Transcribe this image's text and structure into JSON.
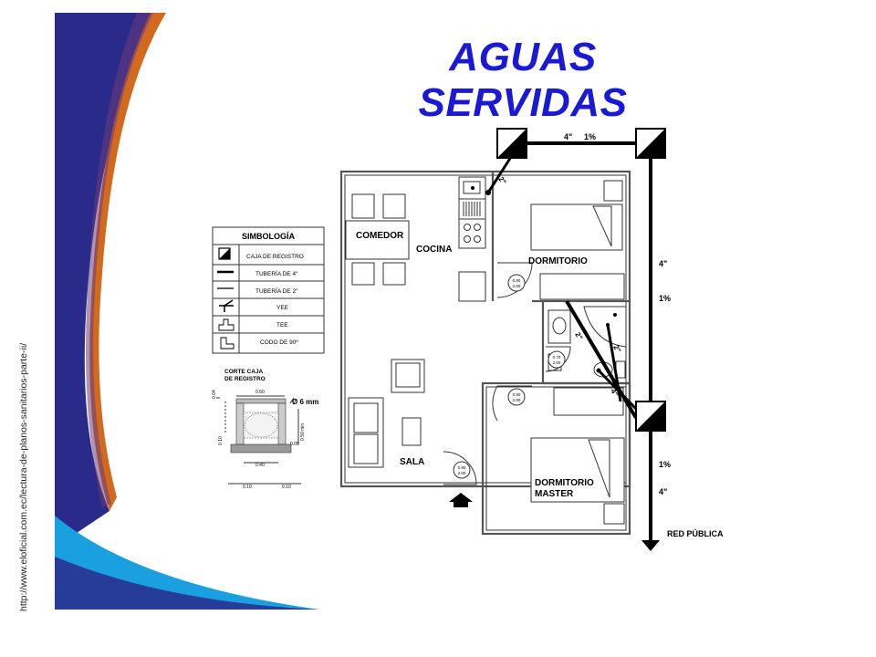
{
  "title": "AGUAS SERVIDAS",
  "source_url": "http://www.eloficial.com.ec/lectura-de-planos-sanitarios-parte-ii/",
  "colors": {
    "title": "#1a1ad6",
    "band_blue": "#2a2a8a",
    "band_orange": "#d26a1e",
    "band_light_blue": "#1aa0e0"
  },
  "legend": {
    "title": "SIMBOLOGÍA",
    "items": [
      {
        "symbol": "caja-registro-icon",
        "label": "CAJA DE REGISTRO"
      },
      {
        "symbol": "pipe-4-icon",
        "label": "TUBERÍA DE 4\""
      },
      {
        "symbol": "pipe-2-icon",
        "label": "TUBERÍA DE 2\""
      },
      {
        "symbol": "yee-icon",
        "label": "YEE"
      },
      {
        "symbol": "tee-icon",
        "label": "TEE"
      },
      {
        "symbol": "elbow-90-icon",
        "label": "CODO DE 90º"
      }
    ]
  },
  "section": {
    "title_line1": "CORTE CAJA",
    "title_line2": "DE REGISTRO",
    "rod_label": "Ø 6 mm",
    "dims": {
      "top": "0.60",
      "left_top": "0.04",
      "left_mid": "0.10",
      "right": "0.50 min",
      "right_small": "0.05",
      "base": "0.40",
      "foot_left": "0.10",
      "foot_right": "0.10"
    }
  },
  "rooms": {
    "comedor": "COMEDOR",
    "cocina": "COCINA",
    "dormitorio": "DORMITORIO",
    "sala": "SALA",
    "master_line1": "DORMITORIO",
    "master_line2": "MASTER"
  },
  "doors": {
    "d1": {
      "w": "0.80",
      "h": "2.00"
    },
    "d2": {
      "w": "0.70",
      "h": "2.00"
    },
    "d3": {
      "w": "0.80",
      "h": "2.00"
    },
    "d4": {
      "w": "0.90",
      "h": "2.00"
    }
  },
  "pipes": {
    "top_size": "4\"",
    "top_slope": "1%",
    "branch_kitchen": "2\"",
    "branch_bath_a": "2\"",
    "branch_bath_b": "2\"",
    "branch_main": "4\"",
    "right_upper_size": "4\"",
    "right_upper_slope": "1%",
    "right_lower_slope": "1%",
    "right_lower_size": "4\"",
    "outlet": "RED PÚBLICA"
  }
}
